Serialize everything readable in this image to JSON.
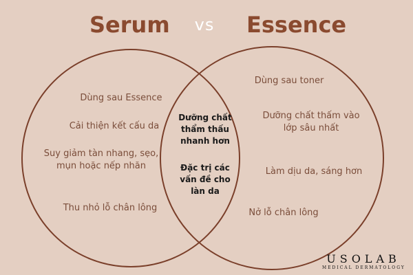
{
  "header": {
    "left_title": "Serum",
    "vs": "vs",
    "right_title": "Essence"
  },
  "serum_items": [
    "Dùng sau Essence",
    "Cải thiện kết cấu da",
    "Suy giảm tàn nhang, sẹo, mụn hoặc nếp nhăn",
    "Thu nhỏ lỗ chân lông"
  ],
  "overlap_items": [
    "Dưỡng chất thẩm thấu nhanh hơn",
    "Đặc trị các vấn đề cho làn da"
  ],
  "essence_items": [
    "Dùng sau toner",
    "Dưỡng chất thấm vào lớp sâu nhất",
    "Làm dịu da, sáng hơn",
    "Nở lỗ chân lông"
  ],
  "brand": {
    "name": "USOLAB",
    "subtitle": "MEDICAL DERMATOLOGY"
  },
  "colors": {
    "background": "#e4cfc2",
    "title": "#8a4a2f",
    "circle_stroke": "#7a3f2a",
    "text": "#7a4d3a"
  }
}
